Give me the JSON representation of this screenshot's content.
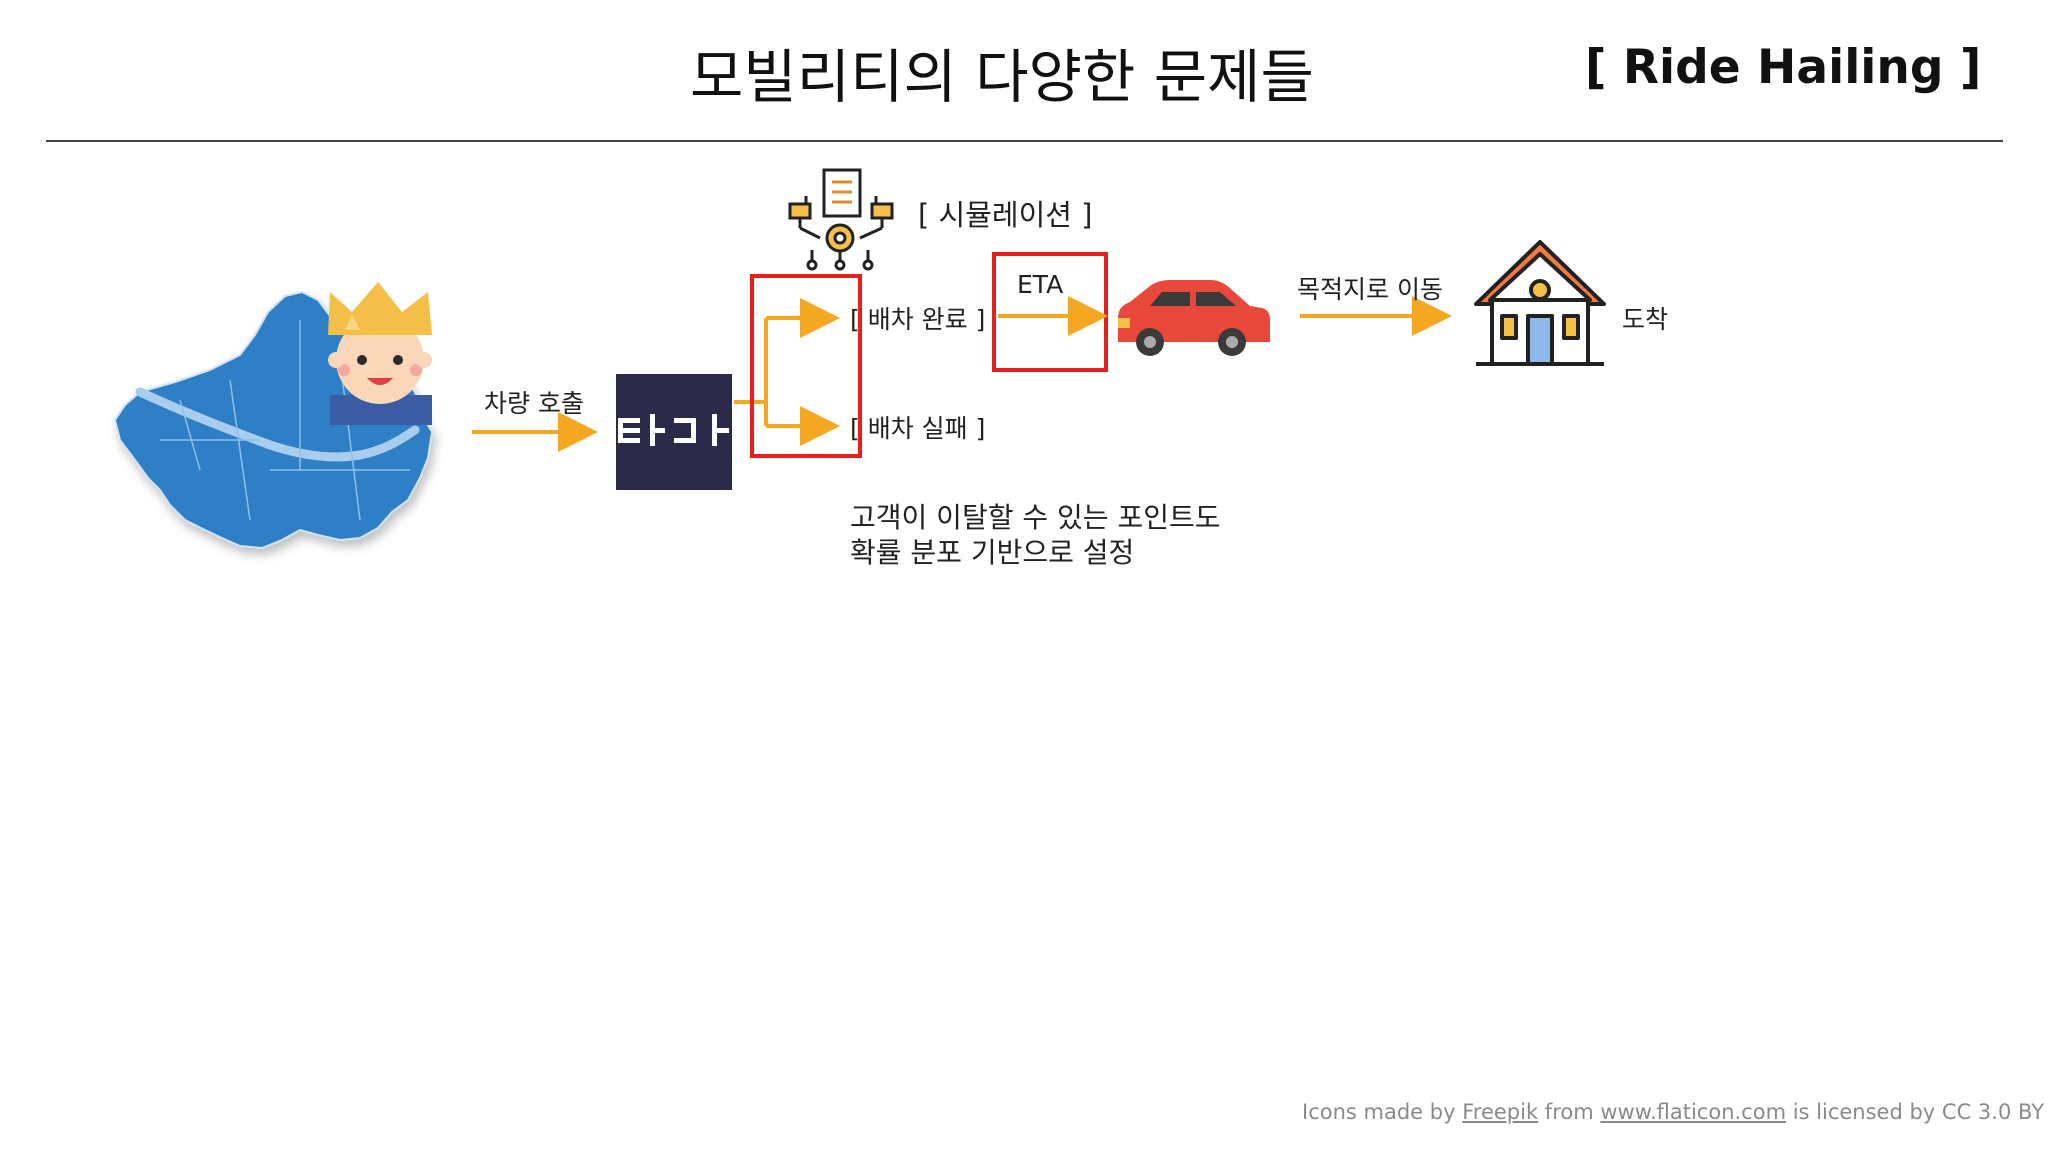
{
  "header": {
    "title": "모빌리티의 다양한 문제들",
    "tag": "[ Ride Hailing ]"
  },
  "diagram": {
    "simulation_label": "[ 시뮬레이션 ]",
    "call_label": "차량 호출",
    "dispatch_success": "[ 배차 완료 ]",
    "dispatch_fail": "[ 배차 실패 ]",
    "eta_label": "ETA",
    "move_label": "목적지로 이동",
    "arrive_label": "도착",
    "note_line1": "고객이 이탈할 수 있는 포인트도",
    "note_line2": "확률 분포 기반으로 설정",
    "logo_text": "타다"
  },
  "footer": {
    "prefix": "Icons made by",
    "author": "Freepik",
    "from": "from",
    "site": "www.flaticon.com",
    "license": "is licensed by CC 3.0 BY"
  },
  "colors": {
    "arrow": "#f5a623",
    "highlight": "#e8201c",
    "map": "#2e7fc6",
    "car": "#e9493b",
    "logo_bg": "#2b2a4a"
  }
}
